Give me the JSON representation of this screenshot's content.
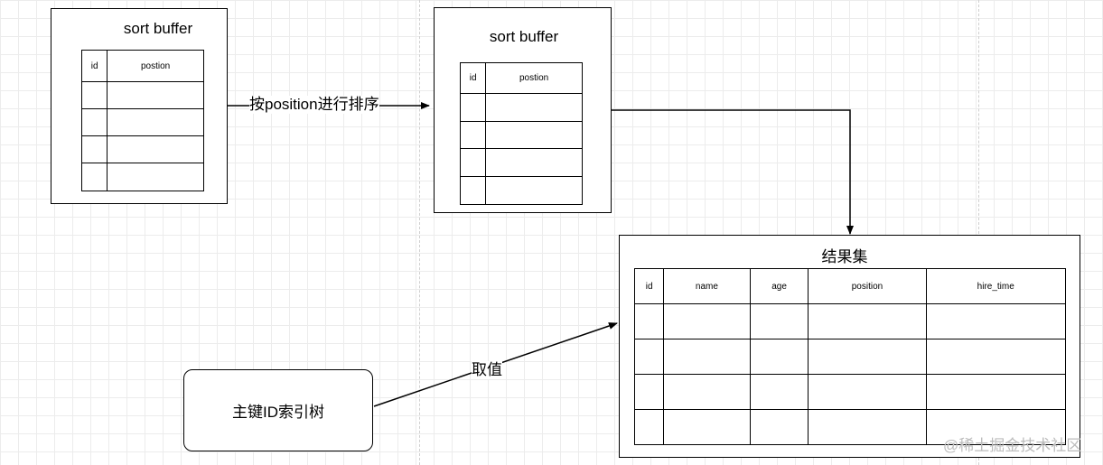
{
  "buffer1": {
    "title": "sort buffer",
    "headers": [
      "id",
      "postion"
    ]
  },
  "buffer2": {
    "title": "sort buffer",
    "headers": [
      "id",
      "postion"
    ]
  },
  "sort_arrow_label": "按position进行排序",
  "result": {
    "title": "结果集",
    "headers": [
      "id",
      "name",
      "age",
      "position",
      "hire_time"
    ]
  },
  "index_box": {
    "label": "主键ID索引树"
  },
  "fetch_arrow_label": "取值",
  "watermark": "@稀土掘金技术社区"
}
